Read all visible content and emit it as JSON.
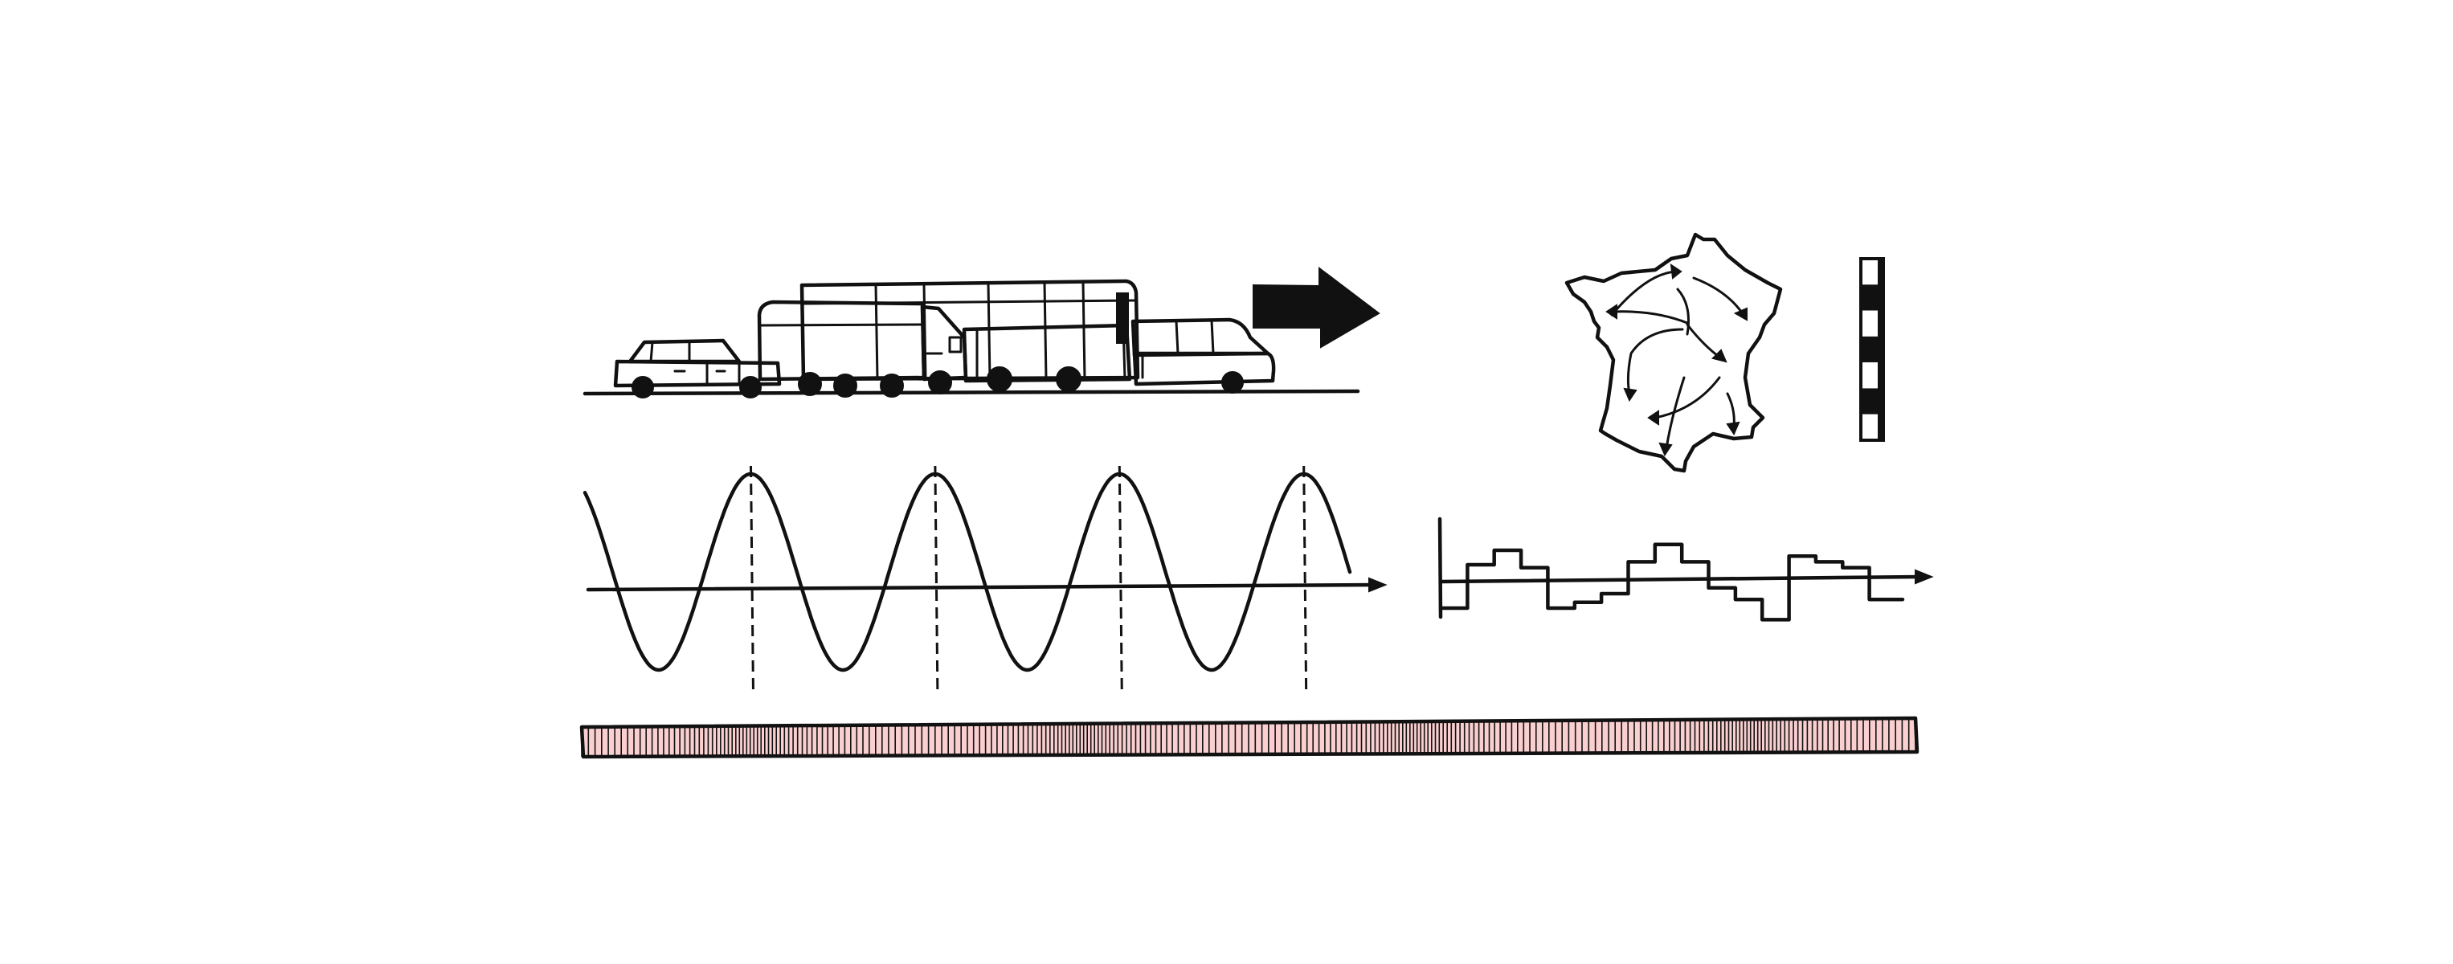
{
  "colors": {
    "background": "#ffffff",
    "ink": "#111111",
    "accent_pink": "#f9cfd0"
  },
  "illustration": {
    "vehicles": {
      "icons": [
        "car-icon",
        "truck-icon",
        "bus-icon",
        "van-icon"
      ]
    },
    "arrow": {
      "icon": "arrow-right-icon"
    },
    "map": {
      "icon": "france-map-icon"
    },
    "scale_bar": {
      "icon": "scale-bar-icon",
      "segments": 7
    },
    "sine_wave": {
      "periods": 4
    },
    "step_signal": {
      "levels": [
        -0.5,
        0.25,
        0.5,
        0.2,
        -0.5,
        -0.4,
        -0.25,
        0.3,
        0.6,
        0.3,
        -0.15,
        -0.35,
        -0.7,
        0.4,
        0.3,
        0.2,
        -0.35
      ]
    },
    "sample_strip": {
      "bars": 260
    }
  }
}
